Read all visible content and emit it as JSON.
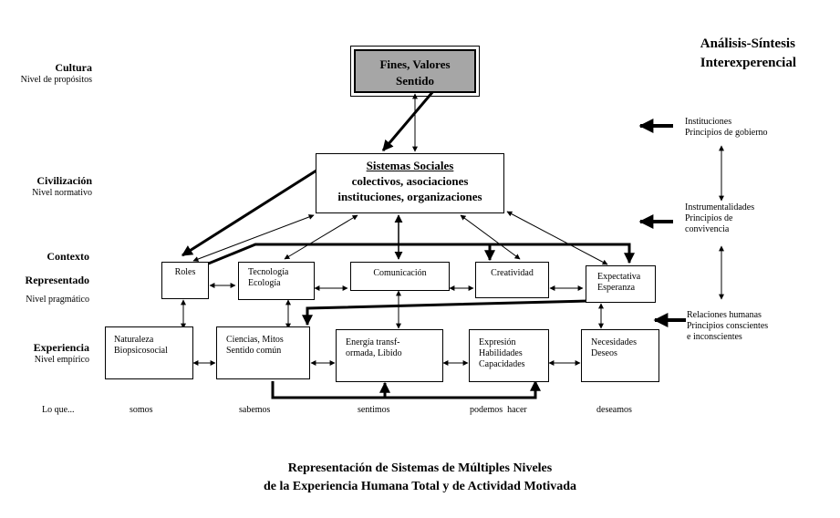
{
  "header": {
    "line1": "Análisis-Síntesis",
    "line2": "Interexperencial"
  },
  "levels": [
    {
      "title": "Cultura",
      "sub": "Nivel de propósitos"
    },
    {
      "title": "Civilización",
      "sub": "Nivel normativo"
    },
    {
      "title": "Contexto",
      "sub": ""
    },
    {
      "title": "Representado",
      "sub": "Nivel pragmático"
    },
    {
      "title": "Experiencia",
      "sub": "Nivel empírico"
    }
  ],
  "top_box": {
    "line1": "Fines, Valores",
    "line2": "Sentido"
  },
  "social_box": {
    "line1": "Sistemas Sociales",
    "line2": "colectivos, asociaciones",
    "line3": "instituciones, organizaciones"
  },
  "context_boxes": [
    {
      "line1": "Roles",
      "line2": ""
    },
    {
      "line1": "Tecnología",
      "line2": "Ecología"
    },
    {
      "line1": "Comunicación",
      "line2": ""
    },
    {
      "line1": "Creatividad",
      "line2": ""
    },
    {
      "line1": "Expectativa",
      "line2": "Esperanza"
    }
  ],
  "experience_boxes": [
    {
      "line1": "Naturaleza",
      "line2": "Biopsicosocial",
      "line3": ""
    },
    {
      "line1": "Ciencias, Mitos",
      "line2": "Sentido común",
      "line3": ""
    },
    {
      "line1": "Energía transf-",
      "line2": "ormada, Libido",
      "line3": ""
    },
    {
      "line1": "Expresión",
      "line2": "Habilidades",
      "line3": "Capacidades"
    },
    {
      "line1": "Necesidades",
      "line2": "Deseos",
      "line3": ""
    }
  ],
  "loque": {
    "label": "Lo que...",
    "items": [
      "somos",
      "sabemos",
      "sentimos",
      "podemos  hacer",
      "deseamos"
    ]
  },
  "side": {
    "s1": {
      "line1": "Instituciones",
      "line2": "Principios de gobierno"
    },
    "s2": {
      "line1": "Instrumentalidades",
      "line2": "Principios de",
      "line3": "convivencia"
    },
    "s3": {
      "line1": "Relaciones humanas",
      "line2": "Principios conscientes",
      "line3": "e inconscientes"
    }
  },
  "caption": {
    "line1": "Representación de Sistemas de Múltiples Niveles",
    "line2": "de la Experiencia Humana Total y de Actividad Motivada"
  },
  "colors": {
    "top_box_fill": "#a6a6a6",
    "ink": "#000000"
  }
}
